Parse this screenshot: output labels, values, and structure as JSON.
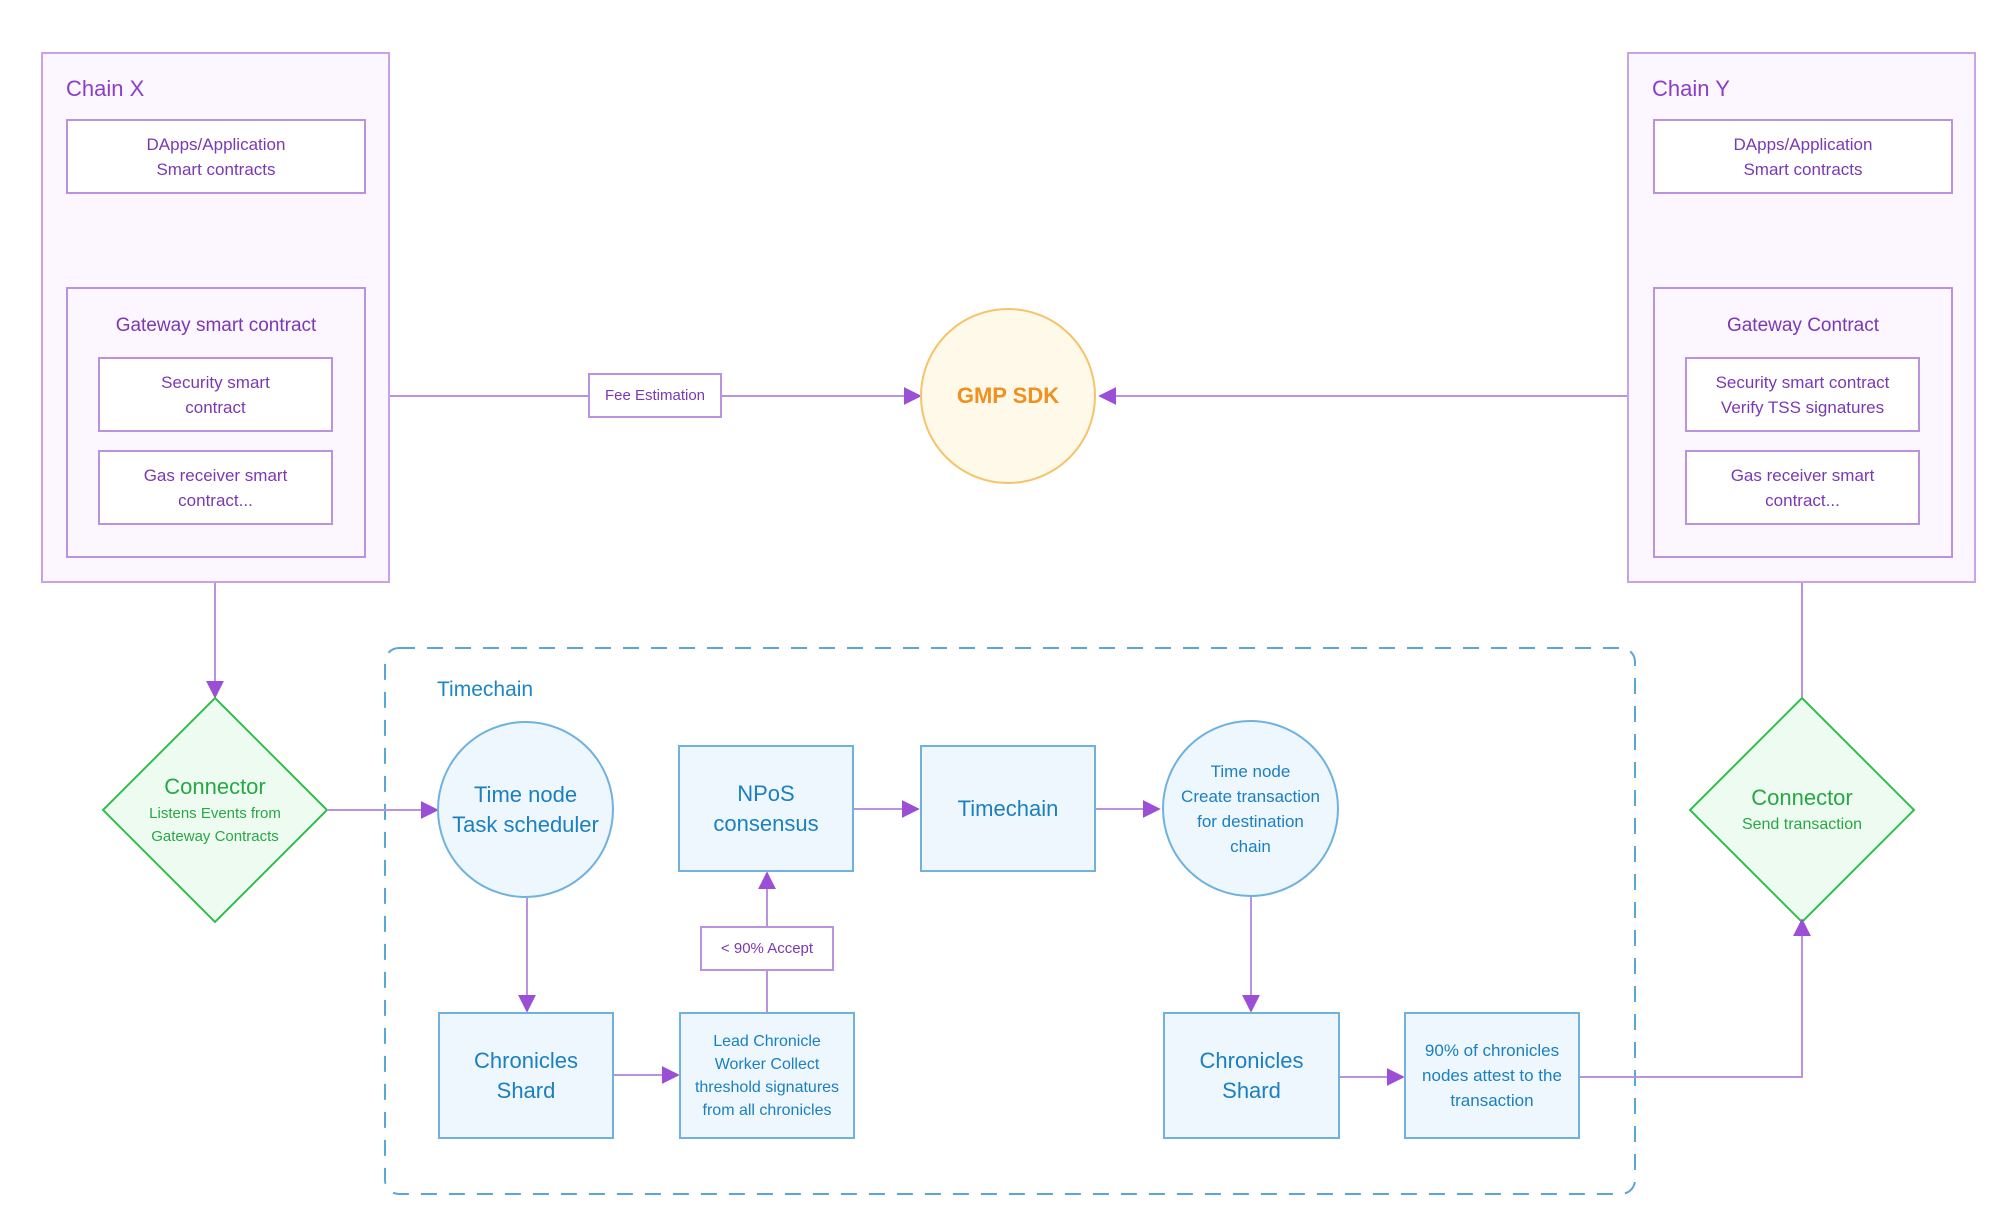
{
  "chain_x": {
    "title": "Chain X",
    "dapps": [
      "DApps/Application",
      "Smart contracts"
    ],
    "gateway_title": "Gateway smart contract",
    "security": [
      "Security smart",
      "contract"
    ],
    "gas": [
      "Gas receiver smart",
      "contract..."
    ]
  },
  "chain_y": {
    "title": "Chain Y",
    "dapps": [
      "DApps/Application",
      "Smart contracts"
    ],
    "gateway_title": "Gateway Contract",
    "security": [
      "Security smart contract",
      "Verify TSS signatures"
    ],
    "gas": [
      "Gas receiver smart",
      "contract..."
    ]
  },
  "fee_estimation": "Fee Estimation",
  "gmp_sdk": "GMP SDK",
  "connector_left": {
    "title": "Connector",
    "lines": [
      "Listens Events from",
      "Gateway Contracts"
    ]
  },
  "connector_right": {
    "title": "Connector",
    "lines": [
      "Send transaction"
    ]
  },
  "timechain": {
    "title": "Timechain",
    "time_node_scheduler": [
      "Time node",
      "Task scheduler"
    ],
    "npos": [
      "NPoS",
      "consensus"
    ],
    "timechain_box": "Timechain",
    "time_node_create": [
      "Time node",
      "Create transaction",
      "for destination",
      "chain"
    ],
    "shard_left": [
      "Chronicles",
      "Shard"
    ],
    "lead_chronicle": [
      "Lead Chronicle",
      "Worker Collect",
      "threshold signatures",
      "from all chronicles"
    ],
    "accept": "< 90% Accept",
    "shard_right": [
      "Chronicles",
      "Shard"
    ],
    "attest": [
      "90% of chronicles",
      "nodes attest to the",
      "transaction"
    ]
  },
  "colors": {
    "purple": "#9b4fd6",
    "purple_light": "#c9a3e6",
    "blue": "#1b86c7",
    "green": "#2fbf4a",
    "orange": "#f0901e"
  }
}
